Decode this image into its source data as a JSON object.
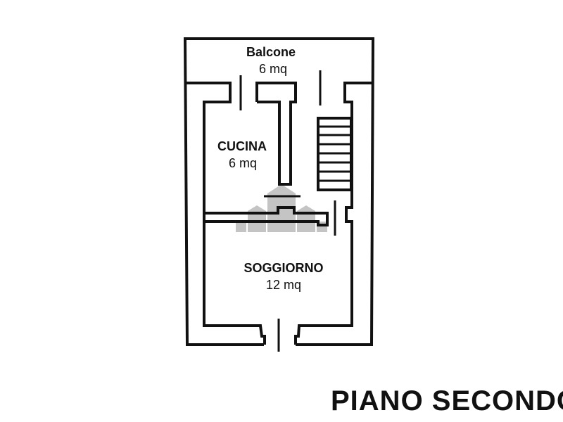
{
  "rooms": [
    {
      "name": "Balcone",
      "area": "6 mq"
    },
    {
      "name": "CUCINA",
      "area": "6 mq"
    },
    {
      "name": "SOGGIORNO",
      "area": "12 mq"
    }
  ],
  "floor_title": "PIANO SECONDO",
  "colors": {
    "wall": "#111111",
    "watermark": "#bdbdbd"
  }
}
